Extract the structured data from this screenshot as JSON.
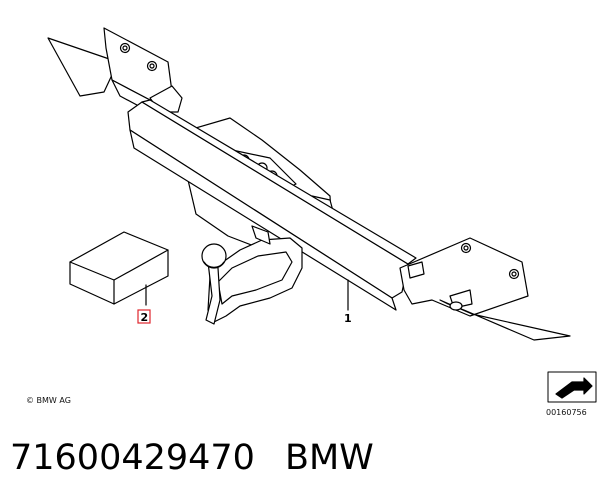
{
  "diagram": {
    "callouts": [
      "1",
      "2"
    ],
    "copyright": "© BMW AG",
    "diagram_id": "00160756"
  },
  "caption": {
    "part_number": "71600429470",
    "brand": "BMW"
  },
  "colors": {
    "callout_box": "#e0262d",
    "line": "#000000",
    "background": "#ffffff"
  }
}
